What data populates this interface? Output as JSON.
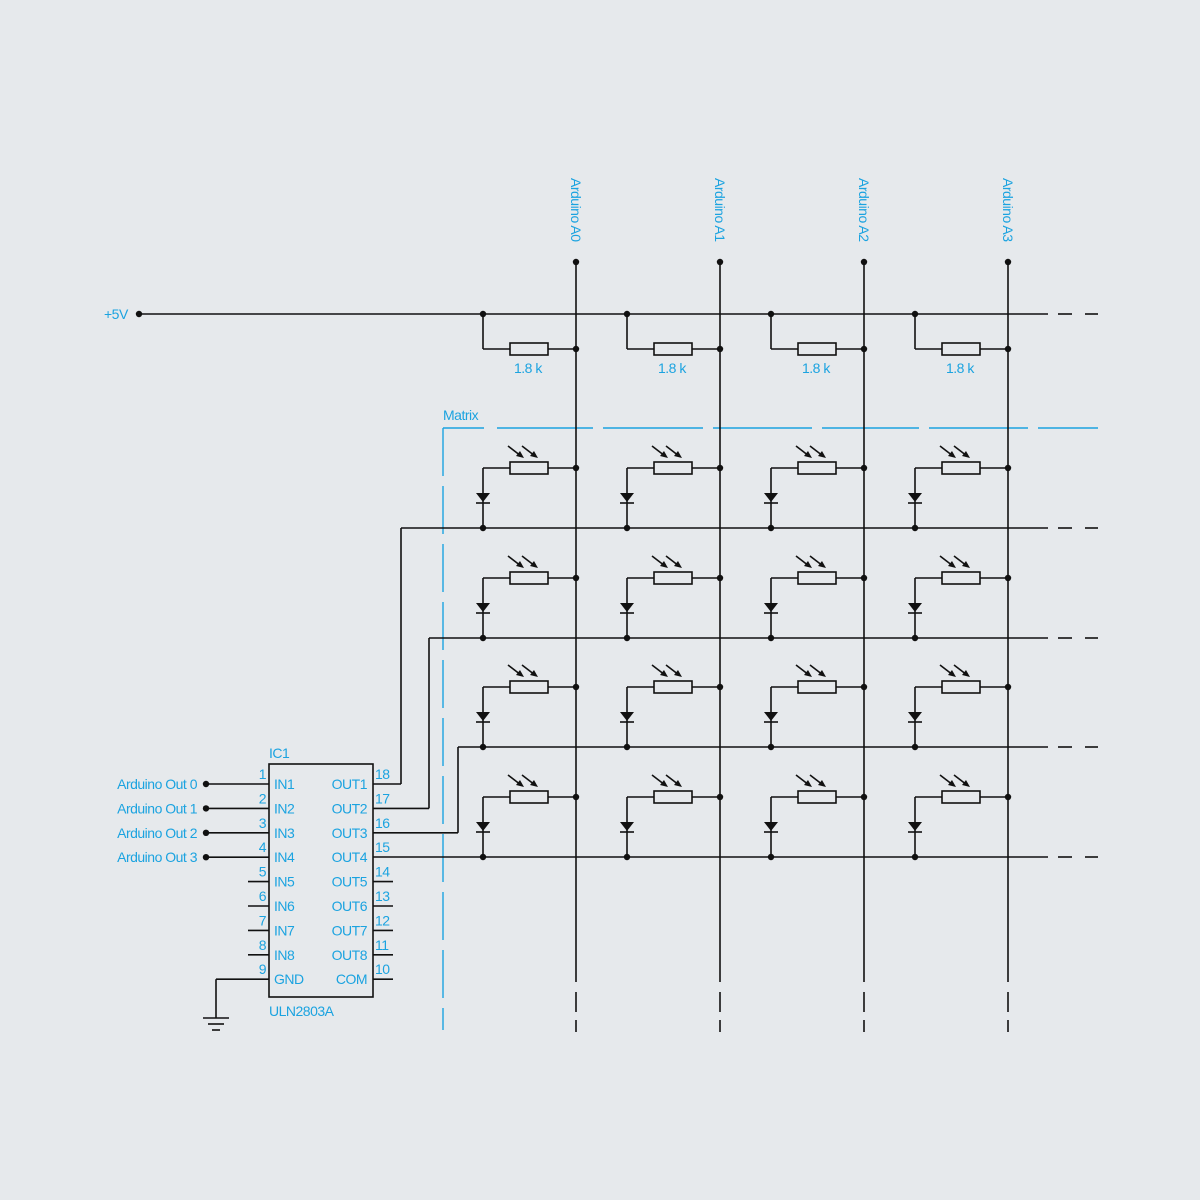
{
  "supply_label": "+5V",
  "matrix_label": "Matrix",
  "columns": [
    {
      "label": "Arduino A0",
      "resistor": "1.8 k"
    },
    {
      "label": "Arduino A1",
      "resistor": "1.8 k"
    },
    {
      "label": "Arduino A2",
      "resistor": "1.8 k"
    },
    {
      "label": "Arduino A3",
      "resistor": "1.8 k"
    }
  ],
  "inputs": [
    "Arduino Out 0",
    "Arduino Out 1",
    "Arduino Out 2",
    "Arduino Out 3"
  ],
  "ic": {
    "ref": "IC1",
    "part": "ULN2803A",
    "left_pins": [
      {
        "num": "1",
        "name": "IN1"
      },
      {
        "num": "2",
        "name": "IN2"
      },
      {
        "num": "3",
        "name": "IN3"
      },
      {
        "num": "4",
        "name": "IN4"
      },
      {
        "num": "5",
        "name": "IN5"
      },
      {
        "num": "6",
        "name": "IN6"
      },
      {
        "num": "7",
        "name": "IN7"
      },
      {
        "num": "8",
        "name": "IN8"
      },
      {
        "num": "9",
        "name": "GND"
      }
    ],
    "right_pins": [
      {
        "num": "18",
        "name": "OUT1"
      },
      {
        "num": "17",
        "name": "OUT2"
      },
      {
        "num": "16",
        "name": "OUT3"
      },
      {
        "num": "15",
        "name": "OUT4"
      },
      {
        "num": "14",
        "name": "OUT5"
      },
      {
        "num": "13",
        "name": "OUT6"
      },
      {
        "num": "12",
        "name": "OUT7"
      },
      {
        "num": "11",
        "name": "OUT8"
      },
      {
        "num": "10",
        "name": "COM"
      }
    ]
  },
  "colors": {
    "wire": "#111111",
    "label": "#1ba3e0",
    "background": "#e6e9ec"
  }
}
